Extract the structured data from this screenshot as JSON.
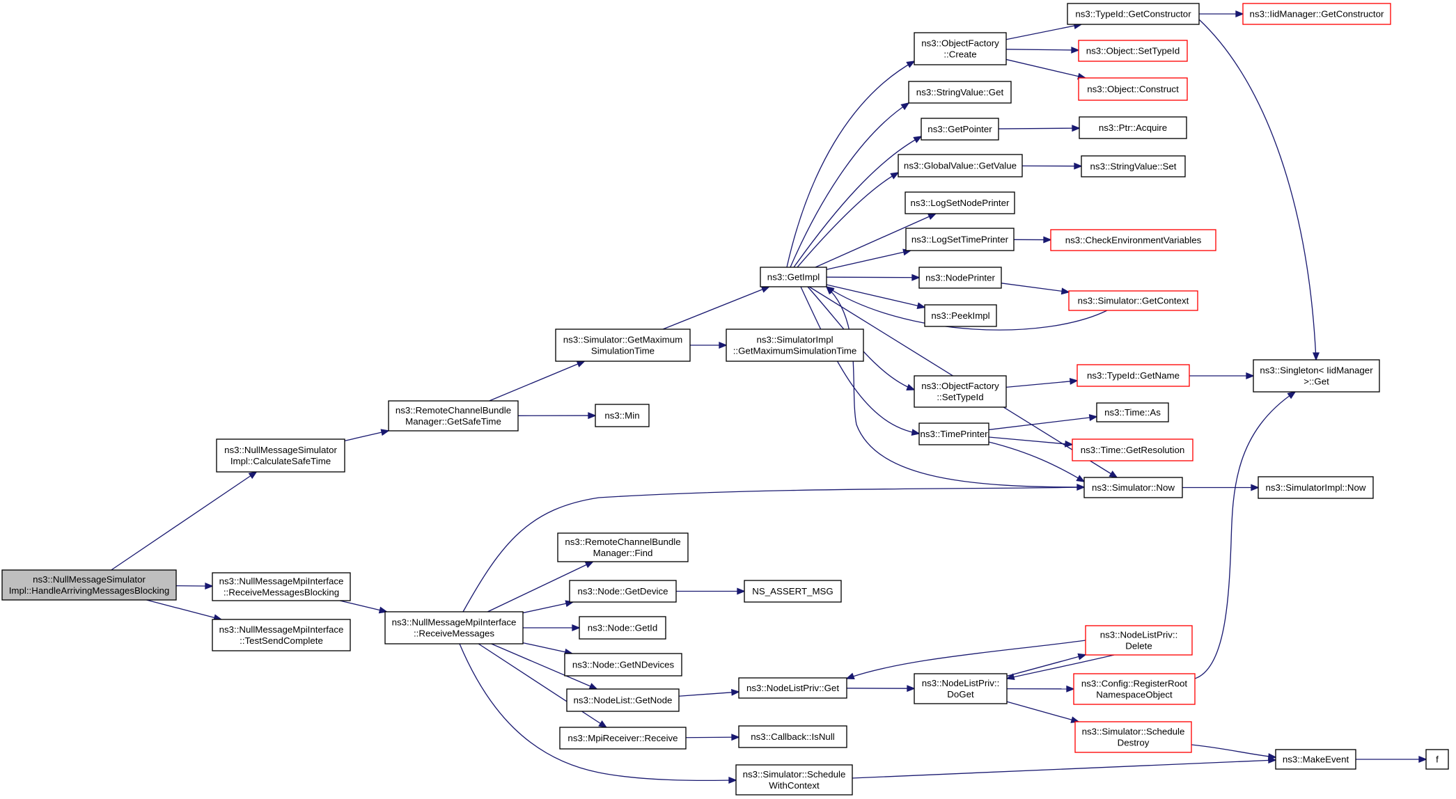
{
  "nodes": [
    {
      "id": "root",
      "lines": [
        "ns3::NullMessageSimulator",
        "Impl::HandleArrivingMessagesBlocking"
      ],
      "style": "root"
    },
    {
      "id": "calcsafe",
      "lines": [
        "ns3::NullMessageSimulator",
        "Impl::CalculateSafeTime"
      ],
      "style": "normal"
    },
    {
      "id": "recvblocking",
      "lines": [
        "ns3::NullMessageMpiInterface",
        "::ReceiveMessagesBlocking"
      ],
      "style": "normal"
    },
    {
      "id": "testsend",
      "lines": [
        "ns3::NullMessageMpiInterface",
        "::TestSendComplete"
      ],
      "style": "normal"
    },
    {
      "id": "getsafetime",
      "lines": [
        "ns3::RemoteChannelBundle",
        "Manager::GetSafeTime"
      ],
      "style": "normal"
    },
    {
      "id": "recvmsgs",
      "lines": [
        "ns3::NullMessageMpiInterface",
        "::ReceiveMessages"
      ],
      "style": "normal"
    },
    {
      "id": "simgetmax",
      "lines": [
        "ns3::Simulator::GetMaximum",
        "SimulationTime"
      ],
      "style": "normal"
    },
    {
      "id": "min",
      "lines": [
        "ns3::Min"
      ],
      "style": "normal"
    },
    {
      "id": "rcbfind",
      "lines": [
        "ns3::RemoteChannelBundle",
        "Manager::Find"
      ],
      "style": "normal"
    },
    {
      "id": "nodegetdevice",
      "lines": [
        "ns3::Node::GetDevice"
      ],
      "style": "normal"
    },
    {
      "id": "nodegetid",
      "lines": [
        "ns3::Node::GetId"
      ],
      "style": "normal"
    },
    {
      "id": "nodegetndev",
      "lines": [
        "ns3::Node::GetNDevices"
      ],
      "style": "normal"
    },
    {
      "id": "nodelistgetnode",
      "lines": [
        "ns3::NodeList::GetNode"
      ],
      "style": "normal"
    },
    {
      "id": "mpirecv",
      "lines": [
        "ns3::MpiReceiver::Receive"
      ],
      "style": "normal"
    },
    {
      "id": "getimpl",
      "lines": [
        "ns3::GetImpl"
      ],
      "style": "normal"
    },
    {
      "id": "simimplgetmax",
      "lines": [
        "ns3::SimulatorImpl",
        "::GetMaximumSimulationTime"
      ],
      "style": "normal"
    },
    {
      "id": "assertmsg",
      "lines": [
        "NS_ASSERT_MSG"
      ],
      "style": "normal"
    },
    {
      "id": "nlprivget",
      "lines": [
        "ns3::NodeListPriv::Get"
      ],
      "style": "normal"
    },
    {
      "id": "cbisnull",
      "lines": [
        "ns3::Callback::IsNull"
      ],
      "style": "normal"
    },
    {
      "id": "schedwithctx",
      "lines": [
        "ns3::Simulator::Schedule",
        "WithContext"
      ],
      "style": "normal"
    },
    {
      "id": "ofcreate",
      "lines": [
        "ns3::ObjectFactory",
        "::Create"
      ],
      "style": "normal"
    },
    {
      "id": "strvalget",
      "lines": [
        "ns3::StringValue::Get"
      ],
      "style": "normal"
    },
    {
      "id": "getpointer",
      "lines": [
        "ns3::GetPointer"
      ],
      "style": "normal"
    },
    {
      "id": "gvgetvalue",
      "lines": [
        "ns3::GlobalValue::GetValue"
      ],
      "style": "normal"
    },
    {
      "id": "logsetnode",
      "lines": [
        "ns3::LogSetNodePrinter"
      ],
      "style": "normal"
    },
    {
      "id": "logsettime",
      "lines": [
        "ns3::LogSetTimePrinter"
      ],
      "style": "normal"
    },
    {
      "id": "nodeprinter",
      "lines": [
        "ns3::NodePrinter"
      ],
      "style": "normal"
    },
    {
      "id": "peekimpl",
      "lines": [
        "ns3::PeekImpl"
      ],
      "style": "normal"
    },
    {
      "id": "ofsettypeid",
      "lines": [
        "ns3::ObjectFactory",
        "::SetTypeId"
      ],
      "style": "normal"
    },
    {
      "id": "timeprinter",
      "lines": [
        "ns3::TimePrinter"
      ],
      "style": "normal"
    },
    {
      "id": "simnow",
      "lines": [
        "ns3::Simulator::Now"
      ],
      "style": "normal"
    },
    {
      "id": "nlprivdoget",
      "lines": [
        "ns3::NodeListPriv::",
        "DoGet"
      ],
      "style": "normal"
    },
    {
      "id": "tidgetctor",
      "lines": [
        "ns3::TypeId::GetConstructor"
      ],
      "style": "normal"
    },
    {
      "id": "objsettypeid",
      "lines": [
        "ns3::Object::SetTypeId"
      ],
      "style": "red"
    },
    {
      "id": "objconstruct",
      "lines": [
        "ns3::Object::Construct"
      ],
      "style": "red"
    },
    {
      "id": "ptracquire",
      "lines": [
        "ns3::Ptr::Acquire"
      ],
      "style": "normal"
    },
    {
      "id": "strvalset",
      "lines": [
        "ns3::StringValue::Set"
      ],
      "style": "normal"
    },
    {
      "id": "checkenv",
      "lines": [
        "ns3::CheckEnvironmentVariables"
      ],
      "style": "red"
    },
    {
      "id": "simgetctx",
      "lines": [
        "ns3::Simulator::GetContext"
      ],
      "style": "red"
    },
    {
      "id": "tidgetname",
      "lines": [
        "ns3::TypeId::GetName"
      ],
      "style": "red"
    },
    {
      "id": "timeas",
      "lines": [
        "ns3::Time::As"
      ],
      "style": "normal"
    },
    {
      "id": "timegetres",
      "lines": [
        "ns3::Time::GetResolution"
      ],
      "style": "red"
    },
    {
      "id": "nlprivdelete",
      "lines": [
        "ns3::NodeListPriv::",
        "Delete"
      ],
      "style": "red"
    },
    {
      "id": "cfgregroot",
      "lines": [
        "ns3::Config::RegisterRoot",
        "NamespaceObject"
      ],
      "style": "red"
    },
    {
      "id": "simscheddestroy",
      "lines": [
        "ns3::Simulator::Schedule",
        "Destroy"
      ],
      "style": "red"
    },
    {
      "id": "iidgetctor",
      "lines": [
        "ns3::IidManager::GetConstructor"
      ],
      "style": "red"
    },
    {
      "id": "singletonget",
      "lines": [
        "ns3::Singleton< IidManager",
        ">::Get"
      ],
      "style": "normal"
    },
    {
      "id": "simimplnow",
      "lines": [
        "ns3::SimulatorImpl::Now"
      ],
      "style": "normal"
    },
    {
      "id": "makeevent",
      "lines": [
        "ns3::MakeEvent"
      ],
      "style": "normal"
    },
    {
      "id": "f",
      "lines": [
        "f"
      ],
      "style": "normal"
    }
  ],
  "edges": [
    [
      "root",
      "calcsafe"
    ],
    [
      "root",
      "recvblocking"
    ],
    [
      "root",
      "testsend"
    ],
    [
      "calcsafe",
      "getsafetime"
    ],
    [
      "getsafetime",
      "simgetmax"
    ],
    [
      "getsafetime",
      "min"
    ],
    [
      "simgetmax",
      "getimpl"
    ],
    [
      "simgetmax",
      "simimplgetmax"
    ],
    [
      "recvblocking",
      "recvmsgs"
    ],
    [
      "recvmsgs",
      "simnow"
    ],
    [
      "recvmsgs",
      "rcbfind"
    ],
    [
      "recvmsgs",
      "nodegetdevice"
    ],
    [
      "recvmsgs",
      "nodegetid"
    ],
    [
      "recvmsgs",
      "nodegetndev"
    ],
    [
      "recvmsgs",
      "nodelistgetnode"
    ],
    [
      "recvmsgs",
      "mpirecv"
    ],
    [
      "recvmsgs",
      "schedwithctx"
    ],
    [
      "nodegetdevice",
      "assertmsg"
    ],
    [
      "nodelistgetnode",
      "nlprivget"
    ],
    [
      "mpirecv",
      "cbisnull"
    ],
    [
      "schedwithctx",
      "makeevent"
    ],
    [
      "nlprivget",
      "nlprivdoget"
    ],
    [
      "nlprivdoget",
      "nlprivdelete"
    ],
    [
      "nlprivdoget",
      "cfgregroot"
    ],
    [
      "nlprivdoget",
      "simscheddestroy"
    ],
    [
      "nlprivdelete",
      "nlprivget"
    ],
    [
      "nlprivdelete",
      "nlprivdoget"
    ],
    [
      "cfgregroot",
      "singletonget"
    ],
    [
      "simscheddestroy",
      "makeevent"
    ],
    [
      "makeevent",
      "f"
    ],
    [
      "getimpl",
      "ofcreate"
    ],
    [
      "getimpl",
      "strvalget"
    ],
    [
      "getimpl",
      "getpointer"
    ],
    [
      "getimpl",
      "gvgetvalue"
    ],
    [
      "getimpl",
      "logsetnode"
    ],
    [
      "getimpl",
      "logsettime"
    ],
    [
      "getimpl",
      "nodeprinter"
    ],
    [
      "getimpl",
      "peekimpl"
    ],
    [
      "getimpl",
      "ofsettypeid"
    ],
    [
      "getimpl",
      "timeprinter"
    ],
    [
      "getimpl",
      "simnow"
    ],
    [
      "ofcreate",
      "tidgetctor"
    ],
    [
      "ofcreate",
      "objsettypeid"
    ],
    [
      "ofcreate",
      "objconstruct"
    ],
    [
      "tidgetctor",
      "iidgetctor"
    ],
    [
      "tidgetctor",
      "singletonget"
    ],
    [
      "getpointer",
      "ptracquire"
    ],
    [
      "gvgetvalue",
      "strvalset"
    ],
    [
      "logsettime",
      "checkenv"
    ],
    [
      "nodeprinter",
      "simgetctx"
    ],
    [
      "simgetctx",
      "getimpl"
    ],
    [
      "ofsettypeid",
      "tidgetname"
    ],
    [
      "tidgetname",
      "singletonget"
    ],
    [
      "timeprinter",
      "timeas"
    ],
    [
      "timeprinter",
      "timegetres"
    ],
    [
      "timeprinter",
      "simnow"
    ],
    [
      "simnow",
      "getimpl"
    ],
    [
      "simnow",
      "simimplnow"
    ]
  ]
}
